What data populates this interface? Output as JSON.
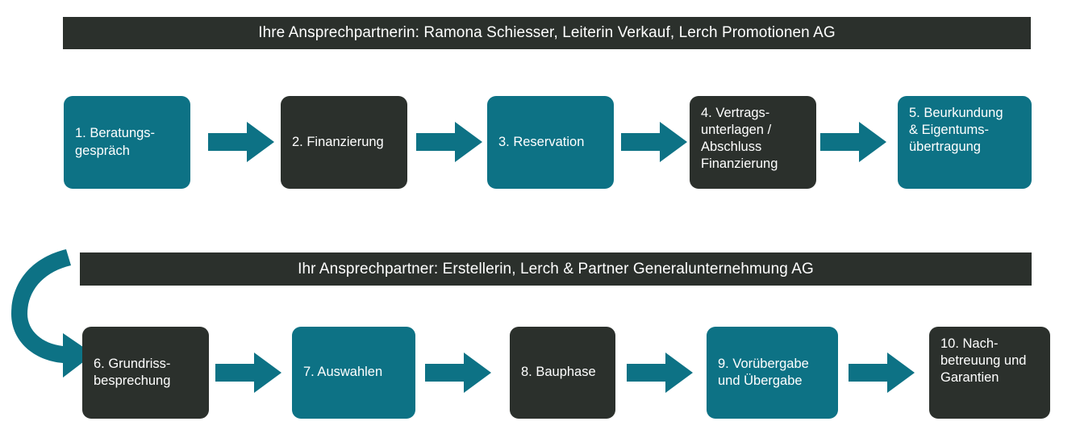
{
  "theme": {
    "teal": "#0d7285",
    "dark": "#2b302c",
    "text_on_fill": "#ffffff",
    "page_background": "#ffffff"
  },
  "sections": [
    {
      "header": "Ihre Ansprechpartnerin: Ramona Schiesser, Leiterin Verkauf, Lerch Promotionen AG",
      "steps": [
        {
          "number": "1",
          "label": "1. Beratungs-\ngespräch",
          "color": "teal",
          "align": "center"
        },
        {
          "number": "2",
          "label": "2. Finanzierung",
          "color": "dark",
          "align": "center"
        },
        {
          "number": "3",
          "label": "3. Reservation",
          "color": "teal",
          "align": "center"
        },
        {
          "number": "4",
          "label": "4. Vertrags-\nunterlagen /\nAbschluss\nFinanzierung",
          "color": "dark",
          "align": "top"
        },
        {
          "number": "5",
          "label": "5. Beurkundung\n& Eigentums-\nübertragung",
          "color": "teal",
          "align": "top"
        }
      ]
    },
    {
      "header": "Ihr Ansprechpartner: Erstellerin, Lerch & Partner Generalunternehmung AG",
      "steps": [
        {
          "number": "6",
          "label": "6. Grundriss-\nbesprechung",
          "color": "dark",
          "align": "center"
        },
        {
          "number": "7",
          "label": "7. Auswahlen",
          "color": "teal",
          "align": "center"
        },
        {
          "number": "8",
          "label": "8. Bauphase",
          "color": "dark",
          "align": "center"
        },
        {
          "number": "9",
          "label": "9. Vorübergabe\nund Übergabe",
          "color": "teal",
          "align": "center"
        },
        {
          "number": "10",
          "label": "10. Nach-\nbetreuung und\nGarantien",
          "color": "dark",
          "align": "top"
        }
      ]
    }
  ],
  "connectors": {
    "straight_arrow_icon": "arrow-right-icon",
    "wrap_arrow_icon": "curved-arrow-down-right-icon",
    "wrap_arrow_description": "Verbindung von Schritt 5 zu Schritt 6"
  }
}
